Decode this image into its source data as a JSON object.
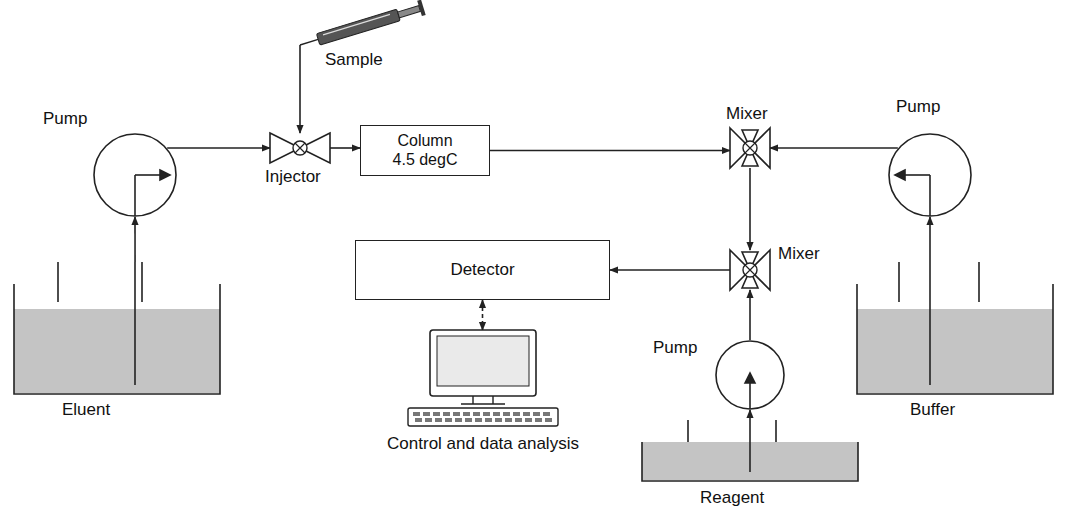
{
  "diagram": {
    "nodes": [
      {
        "text": [
          "Sample"
        ]
      },
      {
        "text": [
          "Pump"
        ]
      },
      {
        "text": [
          "Injector"
        ]
      },
      {
        "text": [
          "Column 4.5 degC"
        ]
      },
      {
        "text": [
          "Mixer"
        ]
      },
      {
        "text": [
          "Pump"
        ]
      },
      {
        "text": [
          "Eluent"
        ]
      },
      {
        "text": [
          "Detector"
        ]
      },
      {
        "text": [
          "Mixer"
        ]
      },
      {
        "text": [
          "Buffer"
        ]
      },
      {
        "text": [
          "Pump"
        ]
      },
      {
        "text": [
          "Control and data analysis"
        ]
      },
      {
        "text": [
          "Reagent"
        ]
      }
    ],
    "edges": [
      {
        "from": 6,
        "to": 1,
        "arrow": "to"
      },
      {
        "from": 1,
        "to": 2,
        "arrow": "to"
      },
      {
        "from": 0,
        "to": 2,
        "arrow": "to"
      },
      {
        "from": 2,
        "to": 3,
        "arrow": "to"
      },
      {
        "from": 3,
        "to": 4,
        "arrow": "to"
      },
      {
        "from": 9,
        "to": 5,
        "arrow": "to"
      },
      {
        "from": 5,
        "to": 4,
        "arrow": "to"
      },
      {
        "from": 4,
        "to": 8,
        "arrow": "to"
      },
      {
        "from": 12,
        "to": 10,
        "arrow": "to"
      },
      {
        "from": 10,
        "to": 8,
        "arrow": "to"
      },
      {
        "from": 8,
        "to": 7,
        "arrow": "to"
      },
      {
        "from": 7,
        "to": 11,
        "arrow": "both"
      }
    ]
  }
}
